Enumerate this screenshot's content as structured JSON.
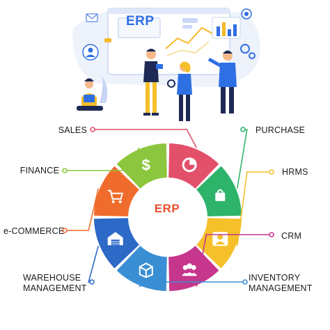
{
  "illustration": {
    "screen_title": "ERP"
  },
  "hub": {
    "center_label": "ERP",
    "modules": [
      {
        "label": "SALES",
        "color": "#e2506a",
        "icon": "pie-chart-icon"
      },
      {
        "label": "PURCHASE",
        "color": "#2eb36b",
        "icon": "shopping-bag-icon"
      },
      {
        "label": "HRMS",
        "color": "#f5c02a",
        "icon": "employee-icon"
      },
      {
        "label": "CRM",
        "color": "#c6368c",
        "icon": "team-icon"
      },
      {
        "label": "INVENTORY\nMANAGEMENT",
        "color": "#3a8fd4",
        "icon": "box-icon"
      },
      {
        "label": "WAREHOUSE\nMANAGEMENT",
        "color": "#2d69c7",
        "icon": "warehouse-icon"
      },
      {
        "label": "e-COMMERCE",
        "color": "#f06c2c",
        "icon": "cart-icon"
      },
      {
        "label": "FINANCE",
        "color": "#8cc63e",
        "icon": "dollar-icon"
      }
    ]
  }
}
